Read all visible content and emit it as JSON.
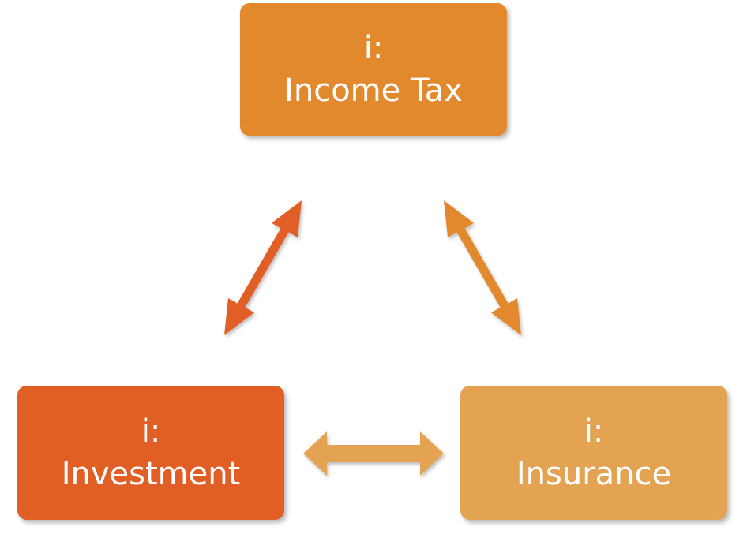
{
  "nodes": {
    "top": {
      "prefix": "i:",
      "label": "Income Tax",
      "color": "#e2892e"
    },
    "left": {
      "prefix": "i:",
      "label": "Investment",
      "color": "#e15f25"
    },
    "right": {
      "prefix": "i:",
      "label": "Insurance",
      "color": "#e3a353"
    }
  },
  "arrows": {
    "top_left": {
      "color": "#e15f25"
    },
    "top_right": {
      "color": "#e2892e"
    },
    "bottom": {
      "color": "#e3a353"
    }
  }
}
